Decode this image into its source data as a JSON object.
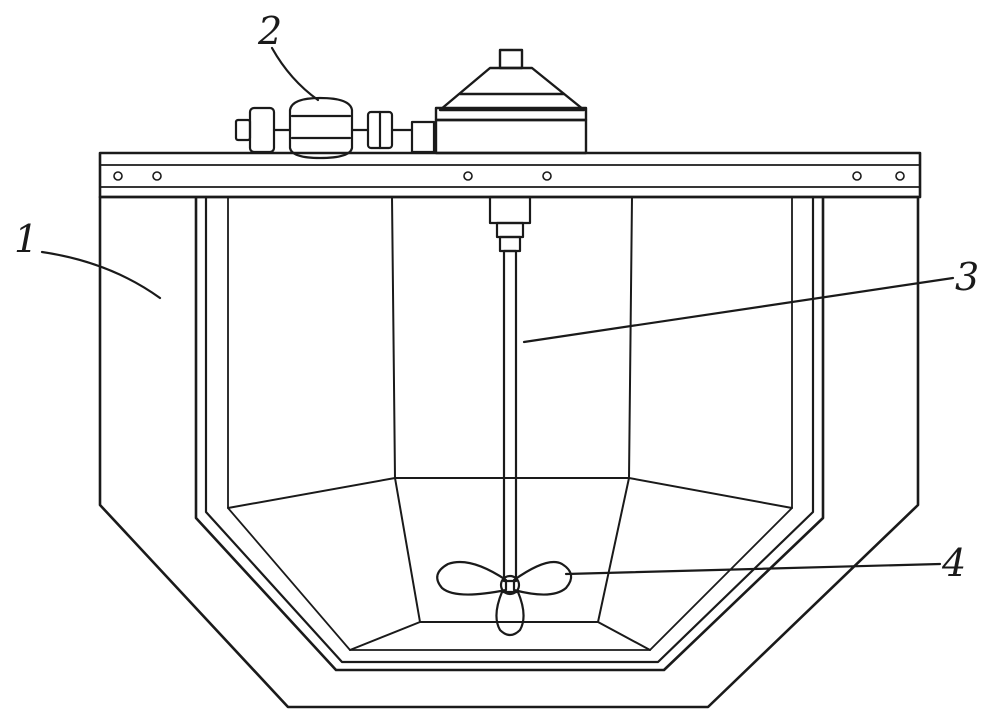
{
  "labels": {
    "wall": "1",
    "drive": "2",
    "shaft": "3",
    "propeller": "4"
  },
  "colors": {
    "ink": "#1a1a1a",
    "paper": "#ffffff"
  }
}
